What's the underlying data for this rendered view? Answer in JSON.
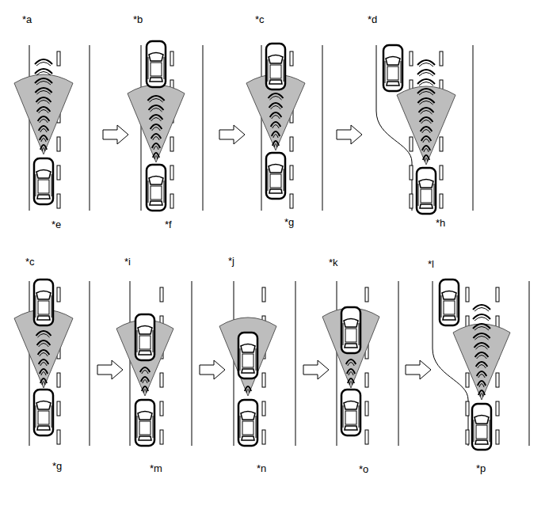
{
  "diagram": {
    "labels": [
      "*a",
      "*b",
      "*c",
      "*d",
      "*e",
      "*f",
      "*g",
      "*h",
      "*c",
      "*i",
      "*j",
      "*k",
      "*l",
      "*g",
      "*m",
      "*n",
      "*o",
      "*p"
    ]
  }
}
